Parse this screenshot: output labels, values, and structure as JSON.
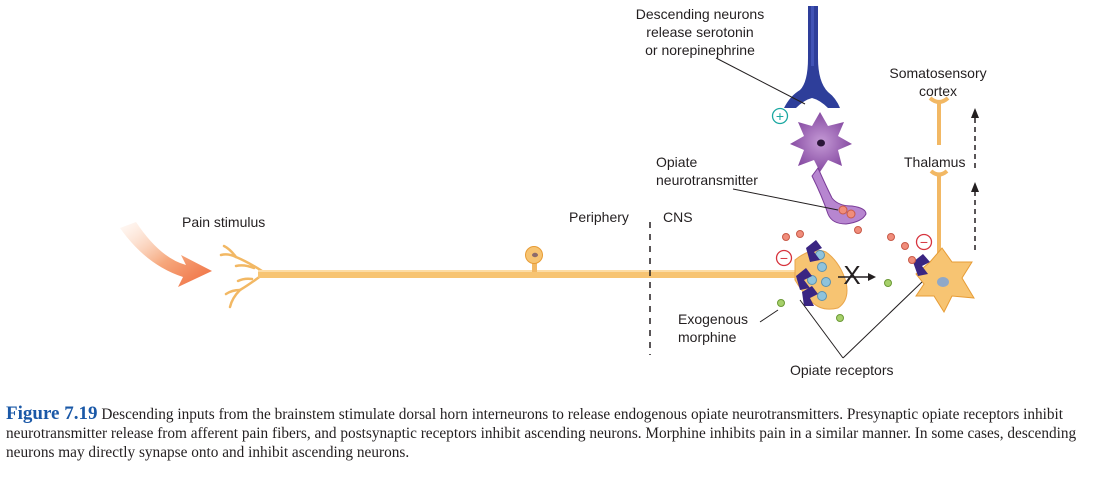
{
  "figure": {
    "labels": {
      "descending": [
        "Descending neurons",
        "release serotonin",
        "or norepinephrine"
      ],
      "somatosensory": [
        "Somatosensory",
        "cortex"
      ],
      "thalamus": "Thalamus",
      "opiate_nt": [
        "Opiate",
        "neurotransmitter"
      ],
      "pain_stimulus": "Pain stimulus",
      "periphery": "Periphery",
      "cns": "CNS",
      "exogenous": [
        "Exogenous",
        "morphine"
      ],
      "opiate_receptors": "Opiate receptors"
    },
    "symbols": {
      "plus": "+",
      "minus": "−",
      "block": "X"
    },
    "colors": {
      "afferent_axon": "#f7c472",
      "descending_neuron": "#2e3e9a",
      "interneuron": "#7a3c98",
      "receptor": "#3a2582",
      "plus_sign": "#1ba8a2",
      "minus_sign": "#d7343e",
      "opiate_dot": "#f08d7b",
      "morphine_dot": "#a6d06a",
      "vesicle": "#8fc3dc"
    }
  },
  "caption": {
    "figure_number": "Figure 7.19",
    "text": "Descending inputs from the brainstem stimulate dorsal horn interneurons to release endogenous opiate neurotransmitters. Presynaptic opiate receptors inhibit neurotransmitter release from afferent pain fibers, and postsynaptic receptors inhibit ascending neurons. Morphine inhibits pain in a similar manner. In some cases, descending neurons may directly synapse onto and inhibit ascending neurons."
  }
}
